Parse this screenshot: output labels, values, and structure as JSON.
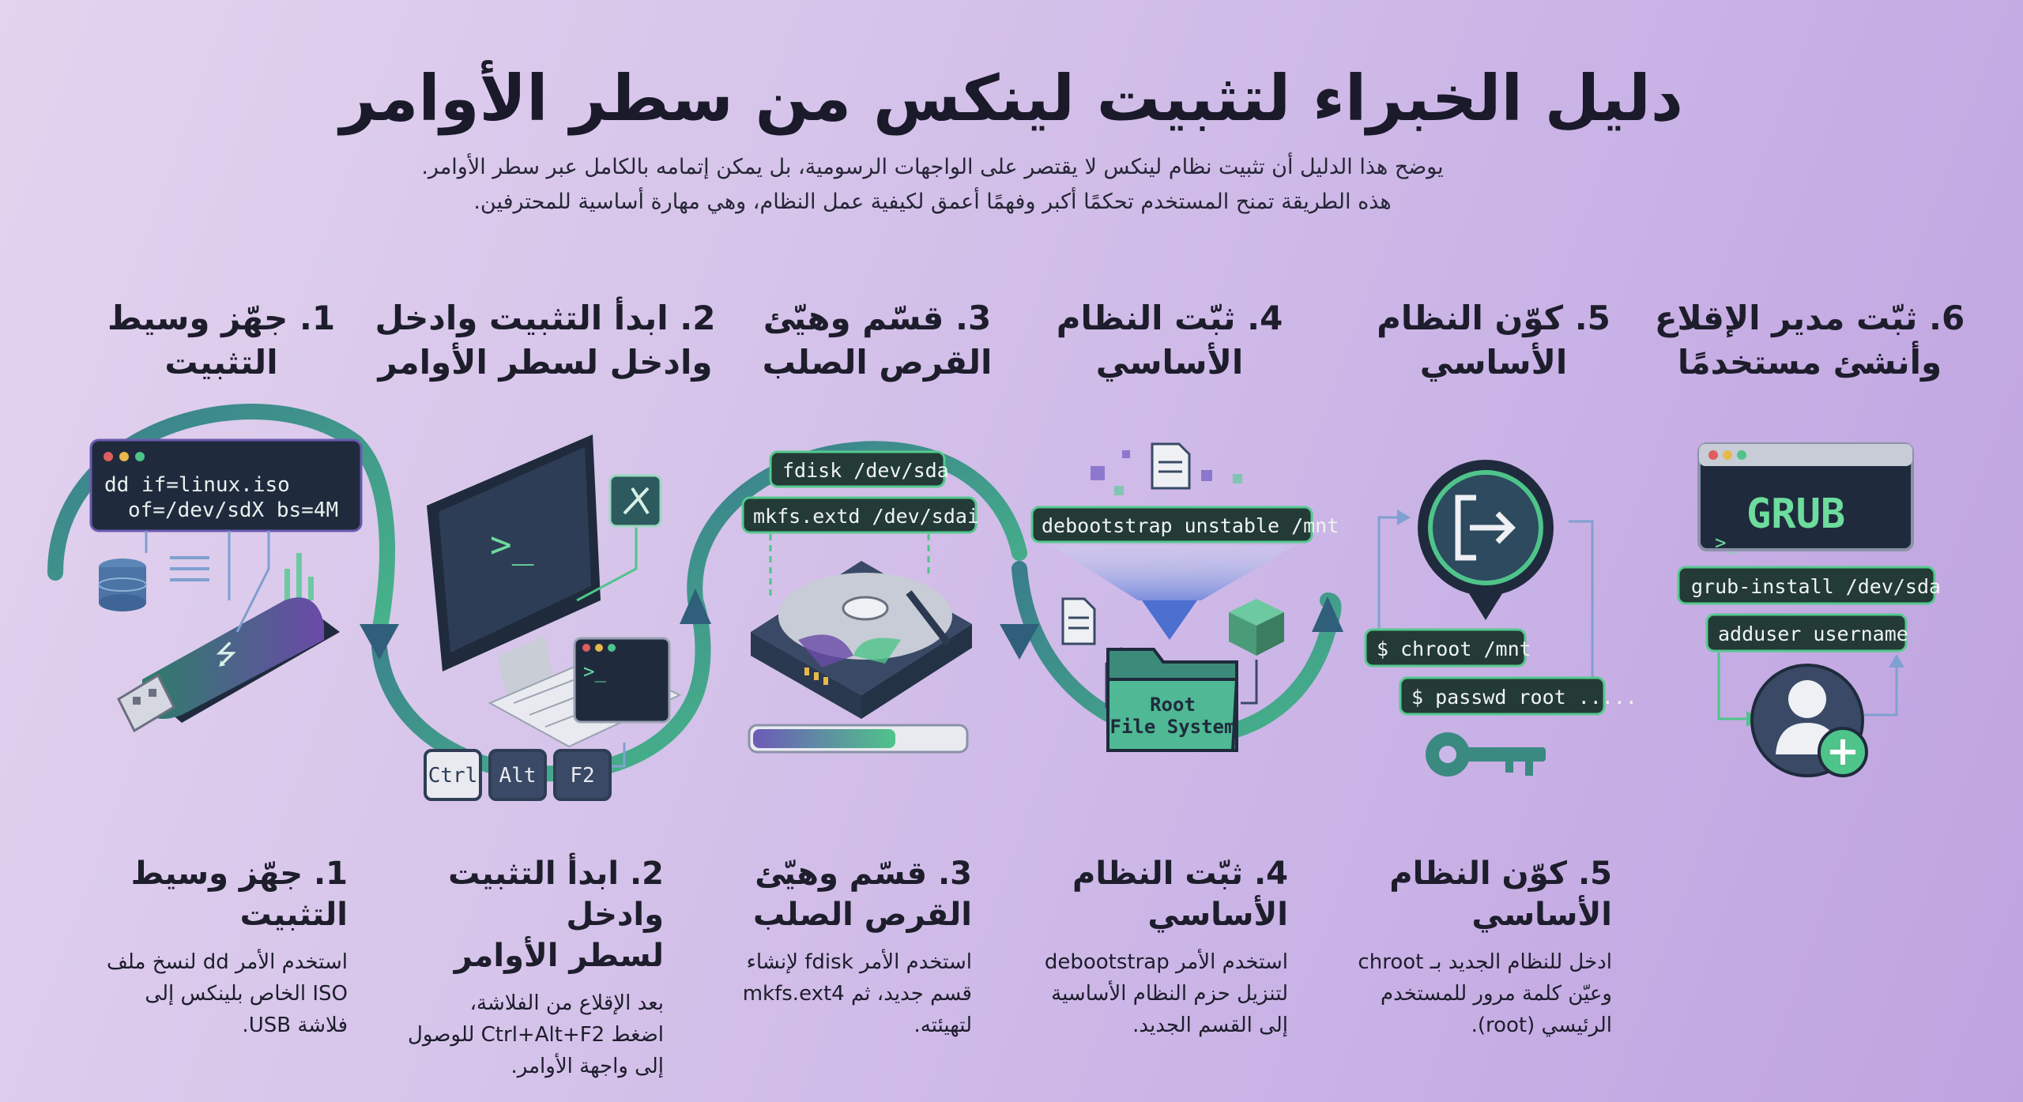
{
  "title": "دليل الخبراء لتثبيت لينكس من سطر الأوامر",
  "intro": [
    "يوضح هذا الدليل أن تثبيت نظام لينكس لا يقتصر على الواجهات الرسومية، بل يمكن إتمامه بالكامل عبر سطر الأوامر.",
    "هذه الطريقة تمنح المستخدم تحكمًا أكبر وفهمًا أعمق لكيفية عمل النظام، وهي مهارة أساسية للمحترفين."
  ],
  "steps": [
    {
      "top": [
        "1. جهّز وسيط",
        "التثبيت"
      ],
      "head": [
        "1. جهّز وسيط",
        "التثبيت"
      ],
      "body": [
        "استخدم الأمر dd لنسخ ملف",
        "ISO الخاص بلينكس إلى",
        "فلاشة USB."
      ]
    },
    {
      "top": [
        "2. ابدأ التثبيت وادخل",
        "وادخل لسطر الأوامر"
      ],
      "head": [
        "2. ابدأ التثبيت وادخل",
        "لسطر الأوامر"
      ],
      "body": [
        "بعد الإقلاع من الفلاشة،",
        "اضغط Ctrl+Alt+F2 للوصول",
        "إلى واجهة الأوامر."
      ]
    },
    {
      "top": [
        "3. قسّم وهيّئ",
        "القرص الصلب"
      ],
      "head": [
        "3. قسّم وهيّئ",
        "القرص الصلب"
      ],
      "body": [
        "استخدم الأمر fdisk لإنشاء",
        "قسم جديد، ثم mkfs.ext4",
        "لتهيئته."
      ]
    },
    {
      "top": [
        "4. ثبّت النظام",
        "الأساسي"
      ],
      "head": [
        "4. ثبّت النظام",
        "الأساسي"
      ],
      "body": [
        "استخدم الأمر debootstrap",
        "لتنزيل حزم النظام الأساسية",
        "إلى القسم الجديد."
      ]
    },
    {
      "top": [
        "5. كوّن النظام",
        "الأساسي"
      ],
      "head": [
        "5. كوّن النظام",
        "الأساسي"
      ],
      "body": [
        "ادخل للنظام الجديد بـ chroot",
        "وعيّن كلمة مرور للمستخدم",
        "الرئيسي (root)."
      ]
    },
    {
      "top": [
        "6. ثبّت مدير الإقلاع",
        "وأنشئ مستخدمًا"
      ]
    }
  ],
  "illus": {
    "s1_cmd": [
      "dd if=linux.iso",
      "of=/dev/sdX bs=4M"
    ],
    "s2_prompt": ">_",
    "s2_keys": [
      "Ctrl",
      "Alt",
      "F2"
    ],
    "s3_cmds": [
      "fdisk /dev/sda",
      "mkfs.extd /dev/sdai"
    ],
    "s4_cmd": "debootstrap unstable /mnt",
    "s4_folder": [
      "Root",
      "File System"
    ],
    "s5_cmds": [
      "$ chroot /mnt",
      "$ passwd root ....."
    ],
    "s6_screen": "GRUB",
    "s6_prompt": ">_",
    "s6_cmds": [
      "grub-install /dev/sda",
      "adduser username"
    ]
  },
  "colors": {
    "accent_green": "#4fc48a",
    "dark_navy": "#1f2b3d",
    "arrow_teal": "#3e8f86"
  }
}
